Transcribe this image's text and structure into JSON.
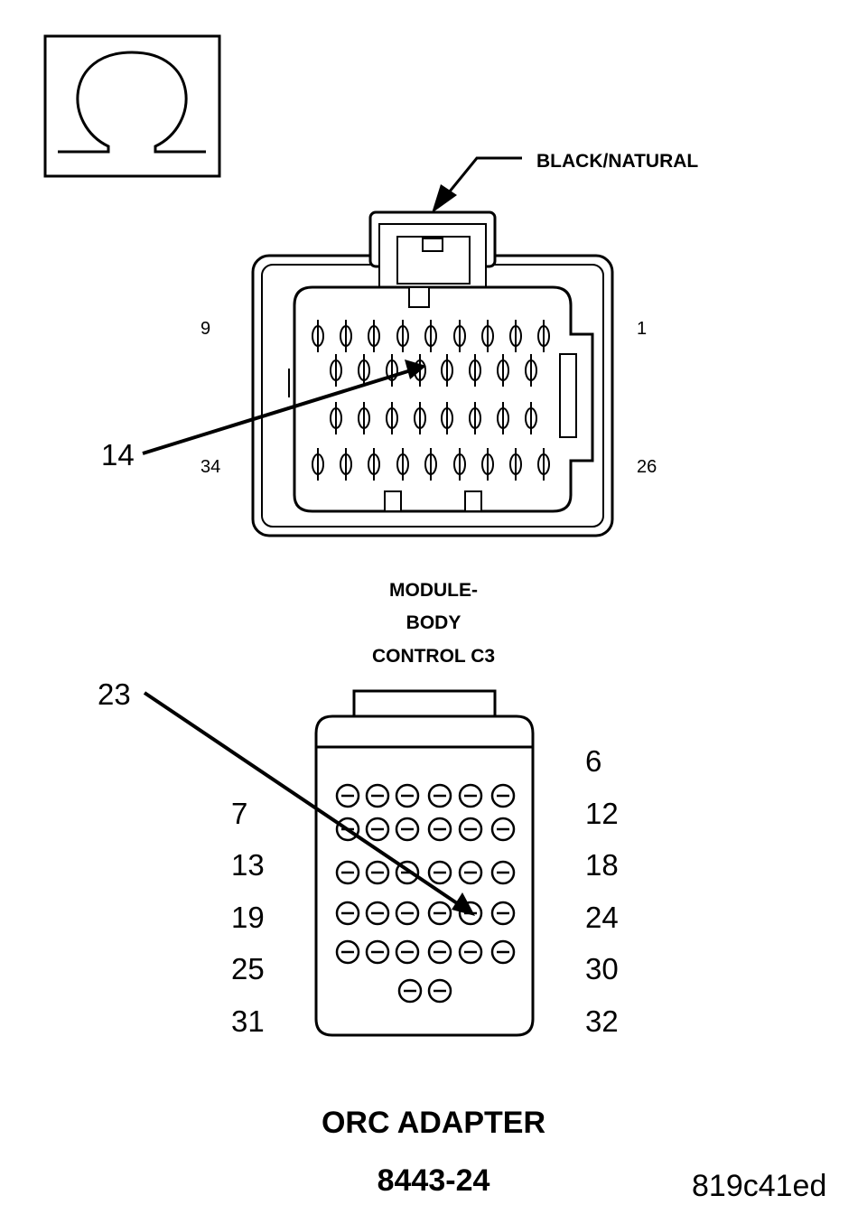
{
  "symbol": {
    "icon": "ohm-meter-icon",
    "glyph": "Ω"
  },
  "connector_top": {
    "color_label": "BLACK/NATURAL",
    "pin_labels": {
      "top_left": "9",
      "top_right": "1",
      "bottom_left": "34",
      "bottom_right": "26"
    },
    "callout": "14",
    "name_lines": [
      "MODULE-",
      "BODY",
      "CONTROL C3"
    ]
  },
  "connector_bottom": {
    "callout": "23",
    "left_labels": [
      "7",
      "13",
      "19",
      "25",
      "31"
    ],
    "right_labels": [
      "6",
      "12",
      "18",
      "24",
      "30",
      "32"
    ],
    "title": "ORC ADAPTER",
    "part_number": "8443-24"
  },
  "figure_id": "819c41ed"
}
